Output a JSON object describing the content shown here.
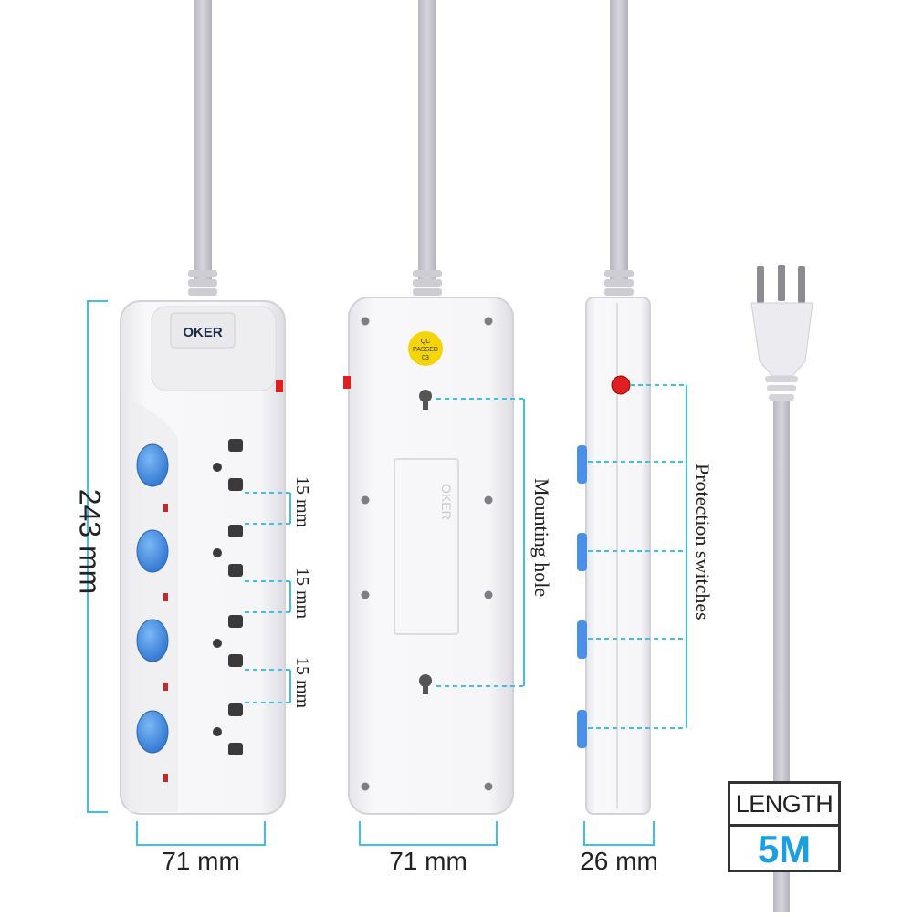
{
  "product": {
    "brand": "OKER",
    "qc_sticker": [
      "QC",
      "PASSED",
      "03"
    ]
  },
  "dimensions": {
    "length": "243 mm",
    "width_front": "71 mm",
    "width_back": "71 mm",
    "depth": "26 mm",
    "socket_spacing": [
      "15 mm",
      "15 mm",
      "15 mm"
    ]
  },
  "callouts": {
    "mounting": "Mounting hole",
    "switches": "Protection switches"
  },
  "cable": {
    "length_label": "LENGTH",
    "length_value": "5M"
  },
  "colors": {
    "accent_dim": "#3fc0e8",
    "switch_blue": "#4a90e8",
    "body": "#f2f2f4",
    "cord": "#c6c4cc"
  }
}
